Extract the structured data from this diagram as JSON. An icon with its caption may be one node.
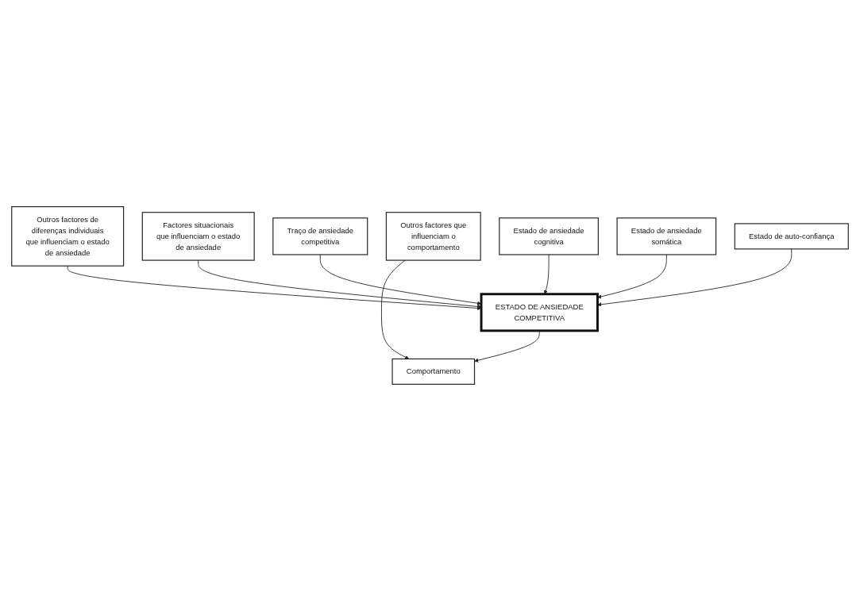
{
  "diagram": {
    "nodes": [
      {
        "text": [
          "Outros factores de diferenças individuais que influenciam o estado de ansiedade"
        ]
      },
      {
        "text": [
          "Factores situacionais que influenciam o estado de ansiedade"
        ]
      },
      {
        "text": [
          "Outros factores que influenciam o comportamento"
        ]
      },
      {
        "text": [
          "Traço de ansiedade competitiva"
        ]
      },
      {
        "text": [
          "ESTADO DE ANSIEDADE COMPETITIVA"
        ]
      },
      {
        "text": [
          "Comportamento"
        ]
      },
      {
        "text": [
          "Estado de ansiedade cognitiva"
        ]
      },
      {
        "text": [
          "Estado de ansiedade somática"
        ]
      },
      {
        "text": [
          "Estado de auto-confiança"
        ]
      }
    ],
    "edges": [
      {
        "from": 0,
        "to": 4,
        "arrow": "to"
      },
      {
        "from": 1,
        "to": 4,
        "arrow": "to"
      },
      {
        "from": 2,
        "to": 5,
        "arrow": "to"
      },
      {
        "from": 3,
        "to": 4,
        "arrow": "to"
      },
      {
        "from": 4,
        "to": 5,
        "arrow": "to"
      },
      {
        "from": 6,
        "to": 4,
        "arrow": "to"
      },
      {
        "from": 7,
        "to": 4,
        "arrow": "to"
      },
      {
        "from": 8,
        "to": 4,
        "arrow": "to"
      }
    ]
  }
}
